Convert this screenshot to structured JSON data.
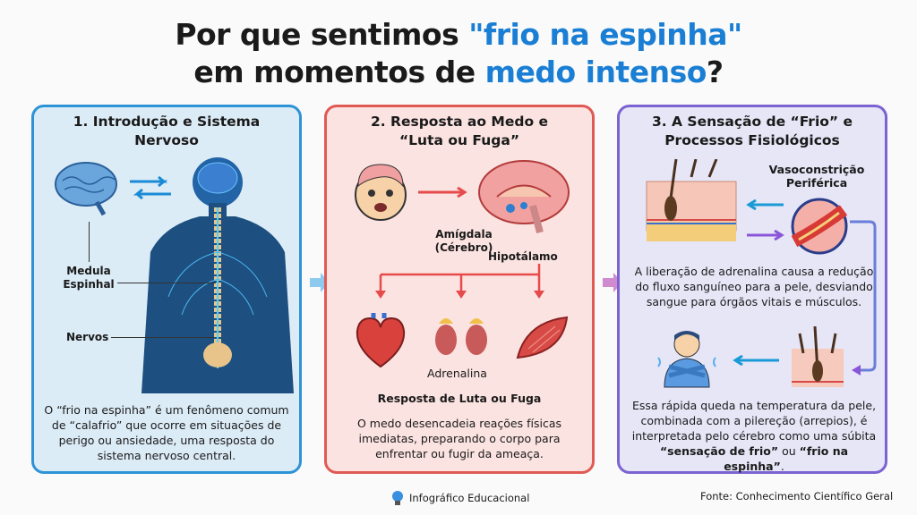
{
  "title": {
    "line1_a": "Por que sentimos ",
    "line1_b": "\"frio na espinha\"",
    "line2_a": "em momentos de ",
    "line2_b": "medo intenso",
    "line2_c": "?"
  },
  "panel1": {
    "heading": "1. Introdução e Sistema Nervoso",
    "label_spinal": "Medula Espinhal",
    "label_nerves": "Nervos",
    "text": "O “frio na espinha” é um fenômeno comum de “calafrio” que ocorre em situações de perigo ou ansiedade, uma resposta do sistema nervoso central."
  },
  "panel2": {
    "heading": "2. Resposta ao Medo e “Luta ou Fuga”",
    "label_amygdala": "Amígdala (Cérebro)",
    "label_hypothalamus": "Hipotálamo",
    "label_adrenaline": "Adrenalina",
    "subheading": "Resposta de Luta ou Fuga",
    "text": "O medo desencadeia reações físicas imediatas, preparando o corpo para enfrentar ou fugir da ameaça."
  },
  "panel3": {
    "heading": "3. A Sensação de “Frio” e Processos Fisiológicos",
    "label_vaso": "Vasoconstrição Periférica",
    "text1": "A liberação de adrenalina causa a redução do fluxo sanguíneo para a pele, desviando sangue para órgãos vitais e músculos.",
    "text2_a": "Essa rápida queda na temperatura da pele, combinada com a pilereção (arrepios), é interpretada pelo cérebro como uma súbita ",
    "text2_b": "“sensação de frio”",
    "text2_c": " ou ",
    "text2_d": "“frio na espinha”",
    "text2_e": "."
  },
  "footer": {
    "badge": "Infográfico Educacional",
    "source": "Fonte: Conhecimento Científico Geral",
    "icon": "lightbulb-icon"
  },
  "colors": {
    "accent": "#1a7fd4",
    "panel1": "#2e93d6",
    "panel2": "#e05a55",
    "panel3": "#7b63d1"
  }
}
